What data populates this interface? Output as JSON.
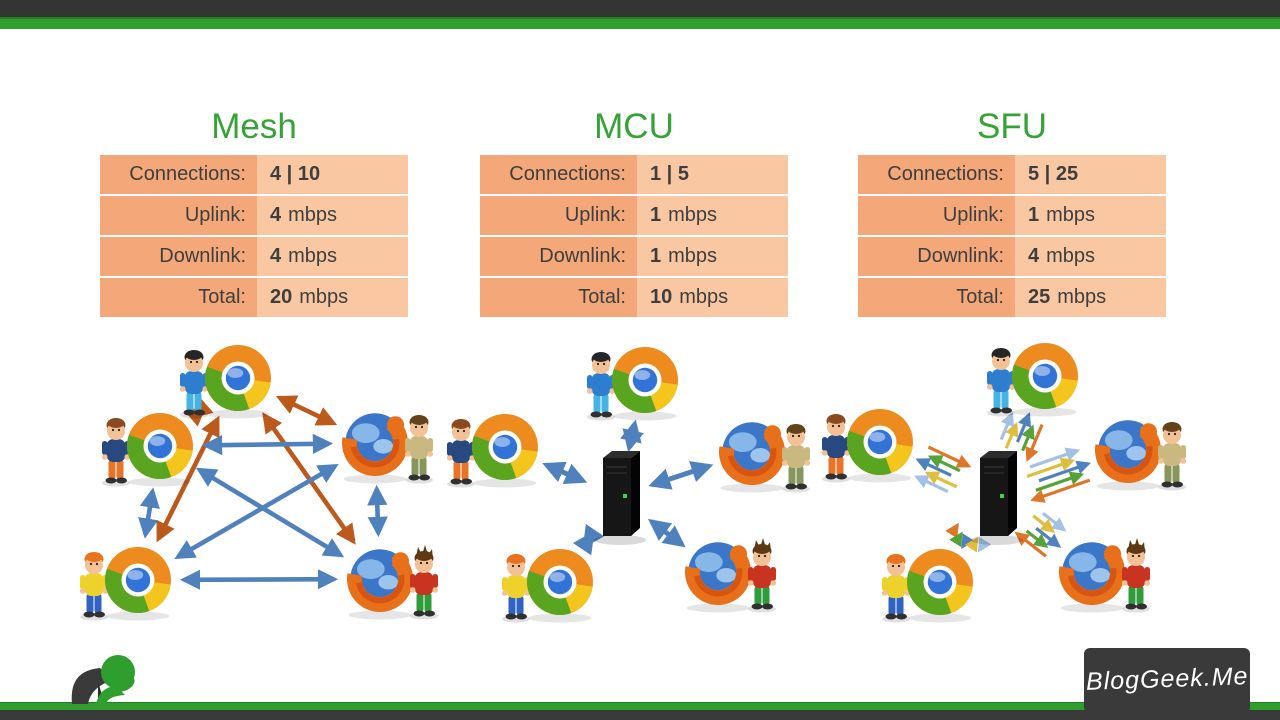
{
  "theme": {
    "bar-dark": "#333333",
    "bar-green": "#2e9e2e",
    "bar-green-dark": "#237d23",
    "bottom-dark": "#3a3a3a",
    "cell-dark": "#f4a87a",
    "cell-light": "#f9c8a3",
    "title-green": "#35a335",
    "text-dark": "#3e3e3e",
    "logo-bg": "#3a3a3a",
    "logo-text": "#ffffff"
  },
  "logo": {
    "text": "BlogGeek.Me"
  },
  "mascot": "bloggeek-thinker-silhouette",
  "columns": [
    {
      "id": "mesh",
      "title": "Mesh",
      "table": {
        "rows": [
          {
            "label": "Connections:",
            "num": "4 | 10",
            "unit": ""
          },
          {
            "label": "Uplink:",
            "num": "4",
            "unit": "mbps"
          },
          {
            "label": "Downlink:",
            "num": "4",
            "unit": "mbps"
          },
          {
            "label": "Total:",
            "num": "20",
            "unit": "mbps"
          }
        ]
      },
      "diagram": {
        "type": "full-mesh",
        "server": false,
        "nodes": [
          {
            "id": "top",
            "browser": "chrome",
            "person": "man-blue-shirt",
            "person_side": "left"
          },
          {
            "id": "left",
            "browser": "chrome",
            "person": "man-navy-shirt",
            "person_side": "left"
          },
          {
            "id": "right",
            "browser": "firefox",
            "person": "man-tan-shirt",
            "person_side": "right"
          },
          {
            "id": "bottom-left",
            "browser": "chrome",
            "person": "man-yellow-shirt",
            "person_side": "left"
          },
          {
            "id": "bottom-right",
            "browser": "firefox",
            "person": "boy-red-shirt",
            "person_side": "right"
          }
        ],
        "edges": [
          {
            "from": "top",
            "to": "left",
            "color": "orange"
          },
          {
            "from": "top",
            "to": "right",
            "color": "orange"
          },
          {
            "from": "top",
            "to": "bottom-left",
            "color": "orange"
          },
          {
            "from": "top",
            "to": "bottom-right",
            "color": "orange"
          },
          {
            "from": "left",
            "to": "right",
            "color": "blue"
          },
          {
            "from": "left",
            "to": "bottom-left",
            "color": "blue"
          },
          {
            "from": "left",
            "to": "bottom-right",
            "color": "blue"
          },
          {
            "from": "right",
            "to": "bottom-right",
            "color": "blue"
          },
          {
            "from": "right",
            "to": "bottom-left",
            "color": "blue"
          },
          {
            "from": "bottom-left",
            "to": "bottom-right",
            "color": "blue"
          }
        ],
        "arrow_style": "double-headed",
        "colors": {
          "blue": "#4f81bd",
          "orange": "#bc5a1d"
        }
      }
    },
    {
      "id": "mcu",
      "title": "MCU",
      "table": {
        "rows": [
          {
            "label": "Connections:",
            "num": "1 | 5",
            "unit": ""
          },
          {
            "label": "Uplink:",
            "num": "1",
            "unit": "mbps"
          },
          {
            "label": "Downlink:",
            "num": "1",
            "unit": "mbps"
          },
          {
            "label": "Total:",
            "num": "10",
            "unit": "mbps"
          }
        ]
      },
      "diagram": {
        "type": "star",
        "server": true,
        "nodes": [
          {
            "id": "top",
            "browser": "chrome",
            "person": "man-blue-shirt",
            "person_side": "left"
          },
          {
            "id": "left",
            "browser": "chrome",
            "person": "man-navy-shirt",
            "person_side": "left"
          },
          {
            "id": "right",
            "browser": "firefox",
            "person": "man-tan-shirt",
            "person_side": "right"
          },
          {
            "id": "bottom-left",
            "browser": "chrome",
            "person": "man-yellow-shirt",
            "person_side": "left"
          },
          {
            "id": "bottom-right",
            "browser": "firefox",
            "person": "boy-red-shirt",
            "person_side": "right"
          }
        ],
        "arrow_style": "double-headed",
        "colors": {
          "blue": "#4f81bd"
        }
      }
    },
    {
      "id": "sfu",
      "title": "SFU",
      "table": {
        "rows": [
          {
            "label": "Connections:",
            "num": "5 | 25",
            "unit": ""
          },
          {
            "label": "Uplink:",
            "num": "1",
            "unit": "mbps"
          },
          {
            "label": "Downlink:",
            "num": "4",
            "unit": "mbps"
          },
          {
            "label": "Total:",
            "num": "25",
            "unit": "mbps"
          }
        ]
      },
      "diagram": {
        "type": "multi-stream-star",
        "server": true,
        "uplink_streams_per_user": 1,
        "downlink_streams_per_user": 4,
        "nodes": [
          {
            "id": "top",
            "browser": "chrome",
            "person": "man-blue-shirt",
            "person_side": "left"
          },
          {
            "id": "left",
            "browser": "chrome",
            "person": "man-navy-shirt",
            "person_side": "left"
          },
          {
            "id": "right",
            "browser": "firefox",
            "person": "man-tan-shirt",
            "person_side": "right"
          },
          {
            "id": "bottom-left",
            "browser": "chrome",
            "person": "man-yellow-shirt",
            "person_side": "left"
          },
          {
            "id": "bottom-right",
            "browser": "firefox",
            "person": "boy-red-shirt",
            "person_side": "right"
          }
        ],
        "arrow_style": "single-headed-bundles",
        "stream_colors": [
          "#dd7628",
          "#55a338",
          "#4f81bd",
          "#dfbe3e",
          "#a3c1e5"
        ]
      }
    }
  ]
}
